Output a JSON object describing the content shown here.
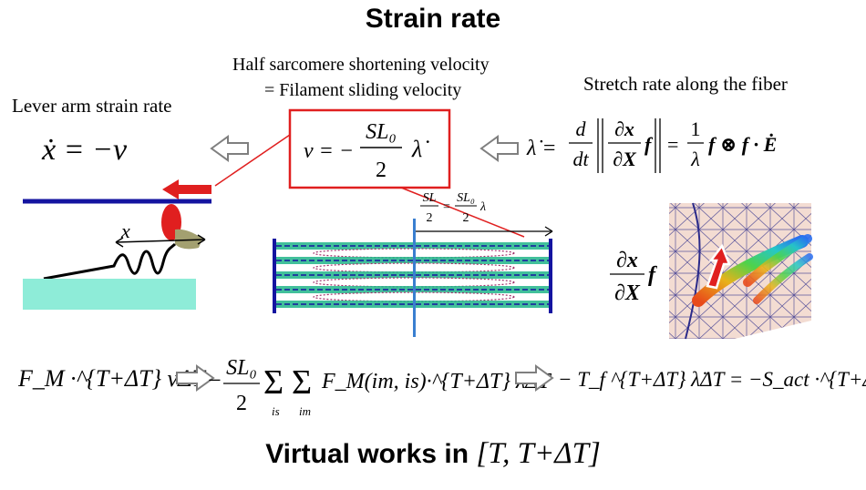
{
  "title": "Strain rate",
  "bottom_title": {
    "text": "Virtual works in ",
    "math": "[T, T+ΔT]"
  },
  "labels": {
    "half_sarcomere": "Half sarcomere shortening velocity",
    "filament_sliding": "= Filament sliding velocity",
    "lever_arm": "Lever arm strain rate",
    "stretch_rate": "Stretch rate along the fiber"
  },
  "equations": {
    "lever_eq": "ẋ = −v",
    "velocity_eq": {
      "lhs": "v = −",
      "num": "SL₀",
      "den": "2",
      "rhs": "λ̇"
    },
    "stretch_eq": {
      "lhs": "λ̇ =",
      "d_num": "d",
      "d_den": "dt",
      "inner_num": "∂x",
      "inner_den": "∂X",
      "f": "f",
      "eq2": "=",
      "one": "1",
      "lam": "λ",
      "rest": "f ⊗ f · Ė"
    },
    "sarcomere_rel": {
      "lhs_num": "SL",
      "lhs_den": "2",
      "eq": "=",
      "rhs_num": "SL₀",
      "rhs_den": "2",
      "rhs_tail": "λ"
    },
    "deformed_fiber": {
      "num": "∂x",
      "den": "∂X",
      "tail": "f"
    },
    "x_label": "x",
    "work1": "F_M ·^{T+ΔT} vΔT",
    "work2": {
      "minus": "−",
      "num": "SL₀",
      "den": "2",
      "sum_is": "is",
      "sum_im": "im",
      "body": "F_M(im, is)·^{T+ΔT} λ̇ΔT"
    },
    "work3": "− T_f ^{T+ΔT} λ̇ΔT = −S_act ·^{T+ΔT} ĖΔT"
  },
  "colors": {
    "red": "#e01f1f",
    "blue": "#1414a0",
    "cyan": "#8eecd8",
    "olive": "#a3a070",
    "arrow_outline": "#7f7f7f",
    "thin_filament": "#21b58a",
    "mid_line": "#3a7fd0"
  }
}
